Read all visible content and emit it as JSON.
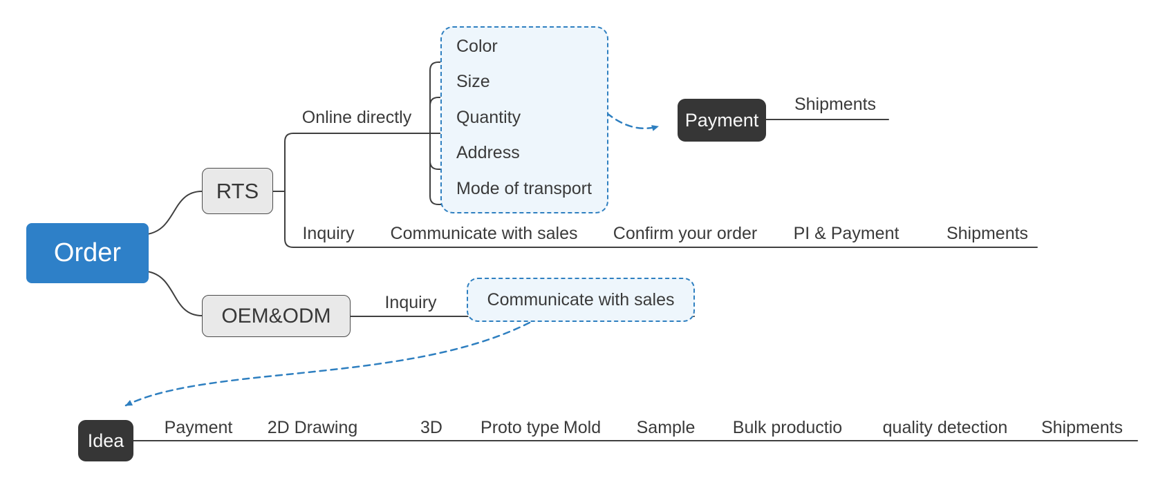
{
  "title": "Order process mind map",
  "colors": {
    "root_fill": "#2e80c8",
    "branch_fill": "#e9e9e9",
    "branch_border": "#4a4a4a",
    "dark_node_fill": "#363636",
    "connector_line": "#3f3f3f",
    "dashed_accent": "#2e7fc0",
    "highlight_fill": "#eef6fc",
    "text": "#3a3a3a"
  },
  "root": {
    "label": "Order"
  },
  "rts": {
    "label": "RTS",
    "online_label": "Online directly",
    "online_options": [
      "Color",
      "Size",
      "Quantity",
      "Address",
      "Mode of transport"
    ],
    "steps": [
      "Inquiry",
      "Communicate with sales",
      "Confirm your order",
      "PI & Payment",
      "Shipments"
    ],
    "payment_label": "Payment",
    "shipments_label": "Shipments"
  },
  "oem": {
    "label": "OEM&ODM",
    "inquiry_label": "Inquiry",
    "communicate_label": "Communicate with sales",
    "idea_label": "Idea",
    "steps": [
      "Payment",
      "2D Drawing",
      "3D",
      "Proto type",
      "Mold",
      "Sample",
      "Bulk productio",
      "quality detection",
      "Shipments"
    ]
  }
}
